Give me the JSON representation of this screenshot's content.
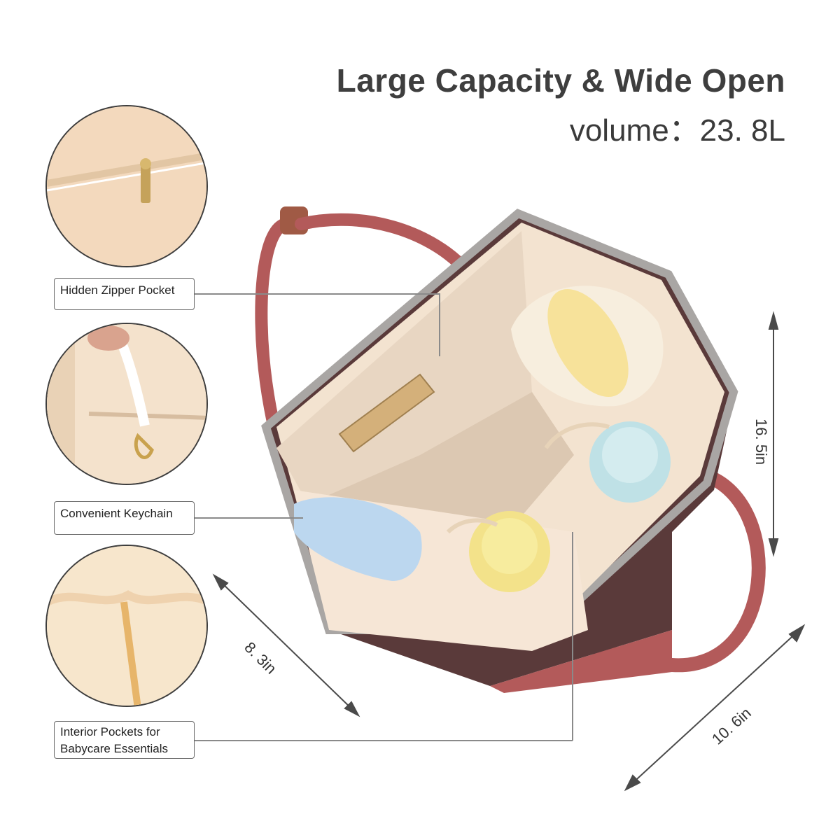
{
  "heading": {
    "title": "Large Capacity & Wide Open",
    "volume": "volume：23. 8L"
  },
  "callouts": [
    {
      "text": "Hidden Zipper Pocket"
    },
    {
      "text": "Convenient Keychain"
    },
    {
      "text_line1": "Interior Pockets for",
      "text_line2": "Babycare Essentials"
    }
  ],
  "dimensions": {
    "height": "16. 5in",
    "depth": "8. 3in",
    "width": "10. 6in"
  },
  "colors": {
    "strap": "#b35a5a",
    "bag_body": "#5a3a3a",
    "lining": "#f3e3d0",
    "accent_text": "#3e3e3e"
  }
}
